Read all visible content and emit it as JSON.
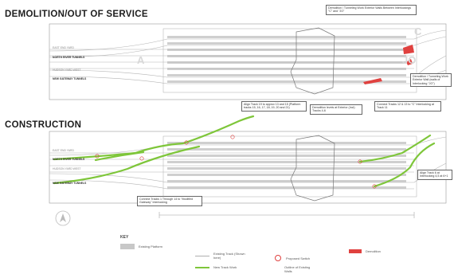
{
  "demolition": {
    "title": "DEMOLITION/OUT OF SERVICE",
    "zone_a": "A",
    "zone_c": "C",
    "zone_jo": "JO",
    "annotation_top": "Demolition / Tunneling Work Exterior Walls Between Interlockings \"C\" and \"JO\"",
    "annotation_right": "Demolition / Tunneling Work Exterior Wall (walls of Interlocking \"JO\")",
    "track_labels": [
      "EAST END YARD",
      "NORTH RIVER TUNNELS",
      "HUDSON YARD WEST",
      "NEW GATEWAY TUNNELS"
    ]
  },
  "construction": {
    "title": "CONSTRUCTION",
    "annotation_align": "Align Track 19 to approx 13 and 15 (Platform tracks 15, 16, 17, 18, 19, 20 and 21)",
    "annotation_demolish": "Demolition levels at Exterior (Incl) Tracks 4-6",
    "annotation_connect_top": "Connect Tracks 12 & 13 to \"C\" Interlocking at Track 11",
    "annotation_connect_bottom": "Connect Tracks 1 Through 14 to \"Modified Gateway\" Interlocking",
    "annotation_align_right": "Align Track 6 at Interlocking 4,5 at 6+1",
    "track_labels": [
      "EAST END YARD",
      "NORTH RIVER TUNNELS",
      "HUDSON YARD WEST",
      "NEW GATEWAY TUNNELS"
    ]
  },
  "key": {
    "title": "KEY",
    "items": [
      {
        "label": "Existing Platform"
      },
      {
        "label": "Existing Track (Shown here)"
      },
      {
        "label": "New Track Work"
      },
      {
        "label": "Proposed Switch"
      },
      {
        "label": "Outline of Existing Walls"
      },
      {
        "label": "Demolition"
      }
    ]
  },
  "colors": {
    "green": "#7ec63a",
    "red": "#e0413f",
    "platform": "#c8c8c8",
    "track": "#b0b0b0"
  }
}
